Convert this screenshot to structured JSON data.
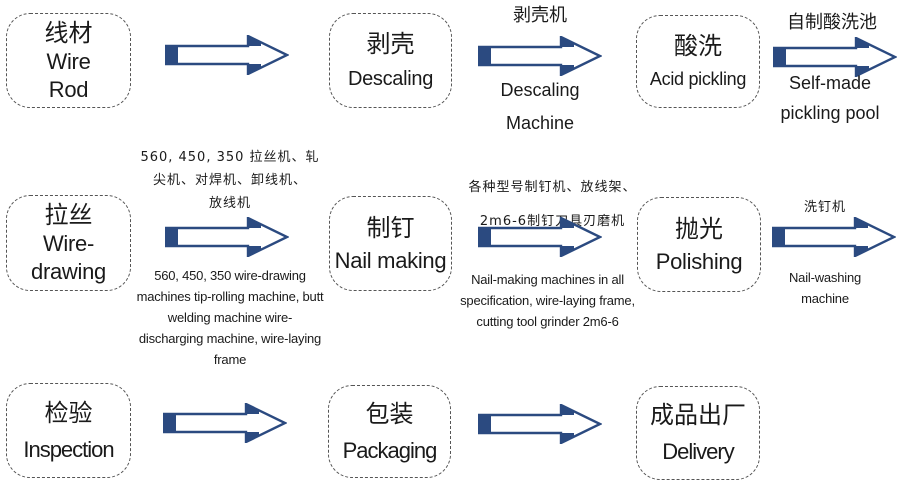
{
  "colors": {
    "arrow": "#2b4a80",
    "box_border": "#555555",
    "text": "#1a1a1a"
  },
  "steps": [
    {
      "id": "wire-rod",
      "zh": "线材",
      "en_lines": [
        "Wire",
        "Rod"
      ]
    },
    {
      "id": "descaling",
      "zh": "剥壳",
      "en_lines": [
        "Descaling"
      ]
    },
    {
      "id": "acid-pickling",
      "zh": "酸洗",
      "en_lines": [
        "Acid pickling"
      ]
    },
    {
      "id": "wire-drawing",
      "zh": "拉丝",
      "en_lines": [
        "Wire-",
        "drawing"
      ]
    },
    {
      "id": "nail-making",
      "zh": "制钉",
      "en_lines": [
        "Nail making"
      ]
    },
    {
      "id": "polishing",
      "zh": "抛光",
      "en_lines": [
        "Polishing"
      ]
    },
    {
      "id": "inspection",
      "zh": "检验",
      "en_lines": [
        "Inspection"
      ]
    },
    {
      "id": "packaging",
      "zh": "包装",
      "en_lines": [
        "Packaging"
      ]
    },
    {
      "id": "delivery",
      "zh": "成品出厂",
      "en_lines": [
        "Delivery"
      ]
    }
  ],
  "equipment": {
    "descaling_machine": {
      "zh": "剥壳机",
      "en_lines": [
        "Descaling",
        "Machine"
      ]
    },
    "pickling_pool": {
      "zh": "自制酸洗池",
      "en_lines": [
        "Self-made",
        "pickling pool"
      ]
    },
    "wire_drawing_machines": {
      "zh_lines": [
        "560, 450, 350 拉丝机、轧",
        "尖机、对焊机、卸线机、",
        "放线机"
      ],
      "en_lines": [
        "560, 450, 350 wire-drawing",
        "machines tip-rolling machine, butt",
        "welding machine wire-",
        "discharging machine, wire-laying",
        "frame"
      ]
    },
    "nail_making_machines": {
      "zh_lines": [
        "各种型号制钉机、放线架、",
        "2m6-6制钉刀具刃磨机"
      ],
      "en_lines": [
        "Nail-making machines in all",
        "specification, wire-laying frame,",
        "cutting tool grinder 2m6-6"
      ]
    },
    "nail_washing_machine": {
      "zh": "洗钉机",
      "en_lines": [
        "Nail-washing",
        "machine"
      ]
    }
  }
}
